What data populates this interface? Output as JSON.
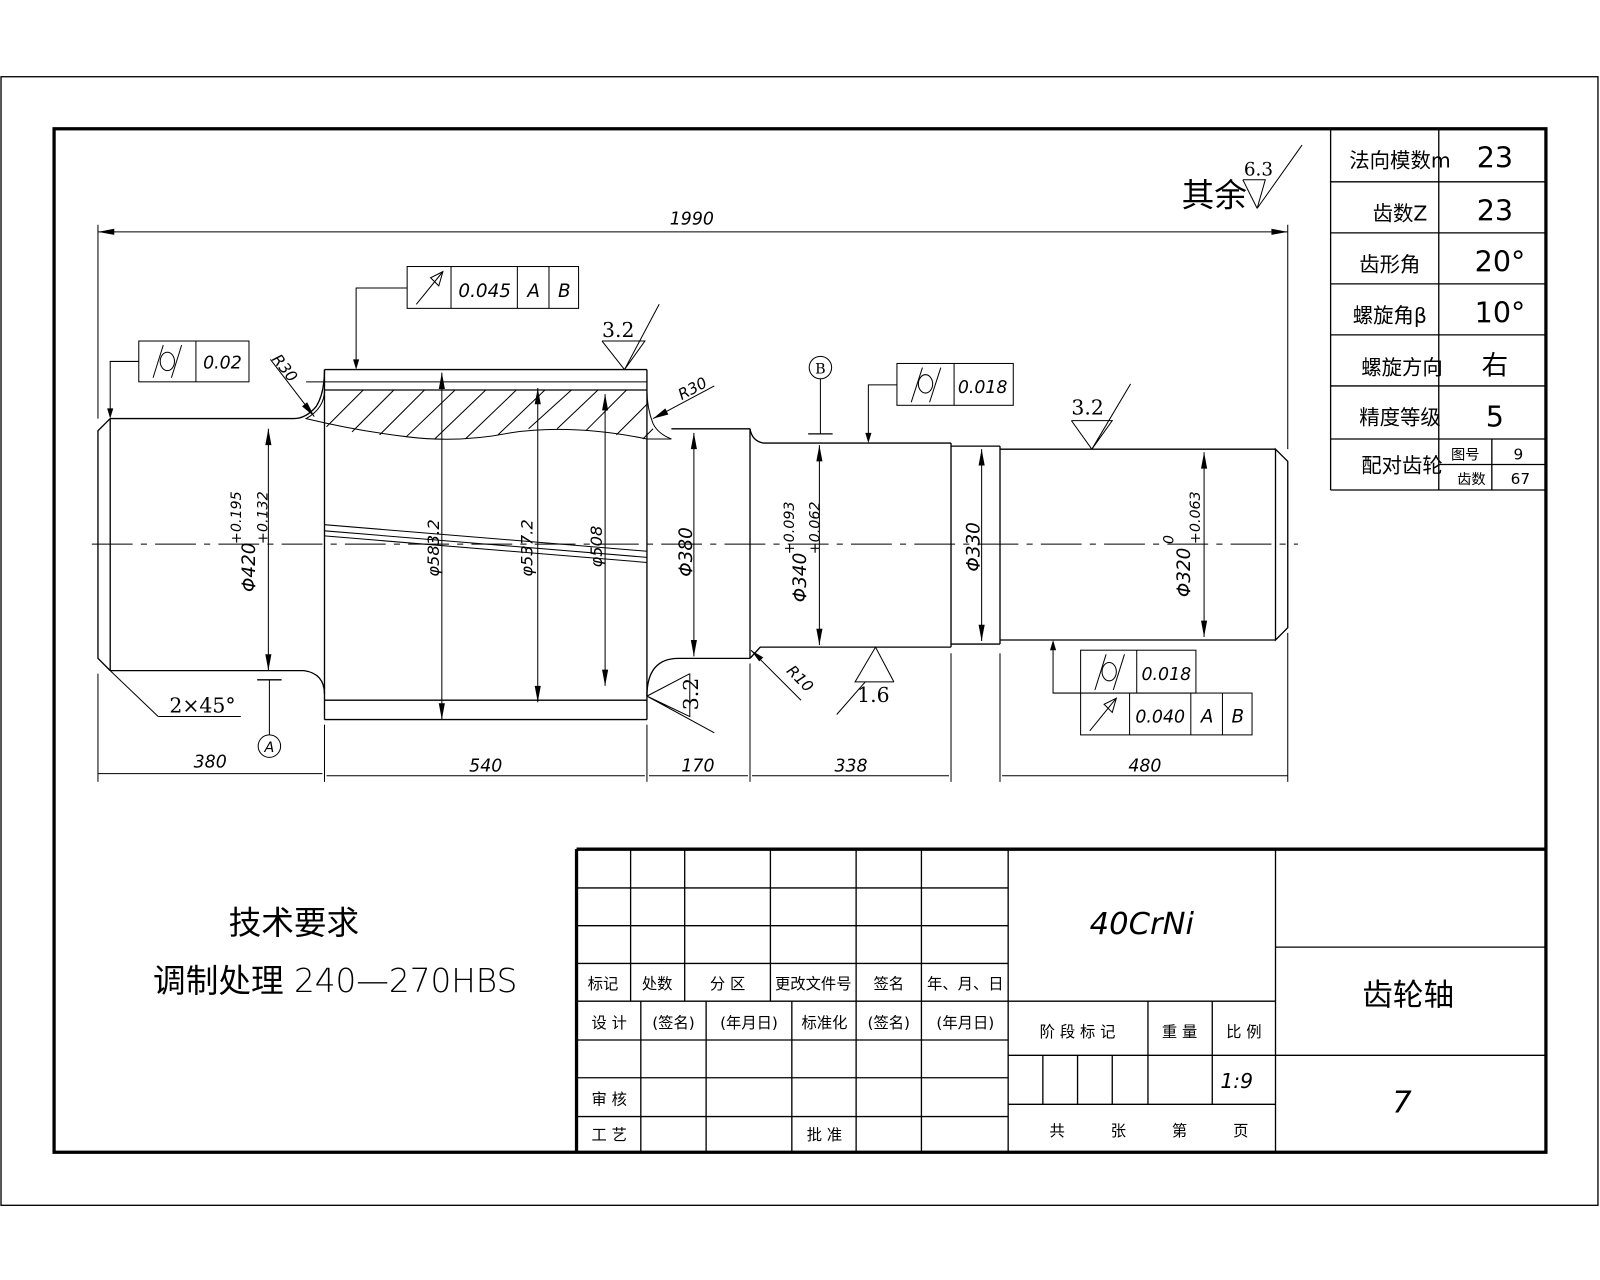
{
  "drawing": {
    "overall_length": "1990",
    "other_roughness_label": "其余",
    "other_roughness_value": "6.3",
    "roughness_values": {
      "gear_top": "3.2",
      "gear_side": "3.2",
      "journal_340": "1.6",
      "journal_320": "3.2"
    },
    "radii": {
      "left_fillet": "R30",
      "right_fillet": "R30",
      "step_fillet": "R10"
    },
    "chamfer": "2×45°",
    "datums": {
      "a": "A",
      "b": "B"
    },
    "diameters": {
      "d420": "Φ420",
      "d420_upper": "+0.195",
      "d420_lower": "+0.132",
      "d583": "φ583.2",
      "d537": "φ537.2",
      "d508": "φ508",
      "d380": "Φ380",
      "d340": "Φ340",
      "d340_upper": "+0.093",
      "d340_lower": "+0.062",
      "d330": "Φ330",
      "d320": "Φ320",
      "d320_upper": "0",
      "d320_lower": "+0.063"
    },
    "lengths": [
      "380",
      "540",
      "170",
      "338",
      "480"
    ],
    "tolerance_frames": {
      "left_runout": {
        "value": "0.02"
      },
      "gear_runout": {
        "value": "0.045",
        "datum1": "A",
        "datum2": "B"
      },
      "mid_runout": {
        "value": "0.018"
      },
      "right_circ": {
        "value": "0.018"
      },
      "right_runout": {
        "value": "0.040",
        "datum1": "A",
        "datum2": "B"
      }
    }
  },
  "gear_params": [
    {
      "label": "法向模数m",
      "value": "23"
    },
    {
      "label": "齿数Z",
      "value": "23"
    },
    {
      "label": "齿形角",
      "value": "20°"
    },
    {
      "label": "螺旋角β",
      "value": "10°"
    },
    {
      "label": "螺旋方向",
      "value": "右"
    },
    {
      "label": "精度等级",
      "value": "5"
    }
  ],
  "mating_gear": {
    "label": "配对齿轮",
    "drawing_no_label": "图号",
    "drawing_no": "9",
    "teeth_label": "齿数",
    "teeth": "67"
  },
  "tech_requirements": {
    "title": "技术要求",
    "line1": "调制处理 240—270HBS"
  },
  "title_block": {
    "material": "40CrNi",
    "part_name": "齿轮轴",
    "drawing_number": "7",
    "scale": "1:9",
    "header_row": [
      "标记",
      "处数",
      "分  区",
      "更改文件号",
      "签名",
      "年、月、日"
    ],
    "design_row": [
      "设  计",
      "(签名)",
      "(年月日)",
      "标准化",
      "(签名)",
      "(年月日)"
    ],
    "review_label": "审  核",
    "process_label": "工  艺",
    "approve_label": "批  准",
    "stage_label": "阶 段 标 记",
    "weight_label": "重  量",
    "scale_label": "比  例",
    "sheets_row": [
      "共",
      "张",
      "第",
      "页"
    ]
  }
}
